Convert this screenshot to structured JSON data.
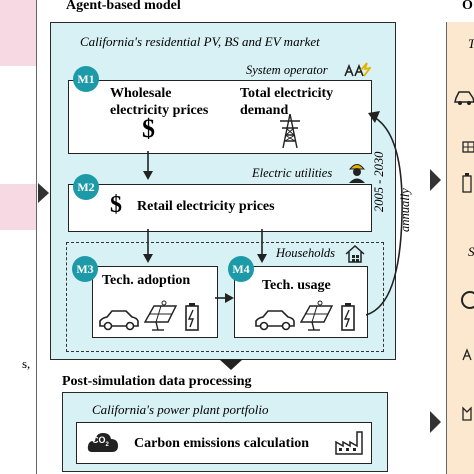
{
  "abm_title": "Agent-based model",
  "market_label": "California's residential PV, BS and EV market",
  "right_top_letter": "O",
  "right_letter_t": "T",
  "right_letter_s": "S",
  "left_text": "s,",
  "m1": {
    "badge": "M1",
    "actor": "System operator",
    "left_label_l1": "Wholesale",
    "left_label_l2": "electricity prices",
    "right_label_l1": "Total electricity",
    "right_label_l2": "demand"
  },
  "m2": {
    "badge": "M2",
    "actor": "Electric utilities",
    "label": "Retail electricity prices"
  },
  "households_label": "Households",
  "m3": {
    "badge": "M3",
    "label": "Tech. adoption"
  },
  "m4": {
    "badge": "M4",
    "label": "Tech. usage"
  },
  "loop_years": "2005 - 2030",
  "loop_freq": "annually",
  "post_title": "Post-simulation data processing",
  "post_sub": "California's power plant portfolio",
  "carbon_label": "Carbon emissions calculation",
  "co2_label": "CO",
  "co2_sub": "2",
  "colors": {
    "teal": "#1d9aa8",
    "light_teal": "#d8f1f5",
    "pink": "#f7d9e4",
    "peach": "#fbe8cf"
  }
}
